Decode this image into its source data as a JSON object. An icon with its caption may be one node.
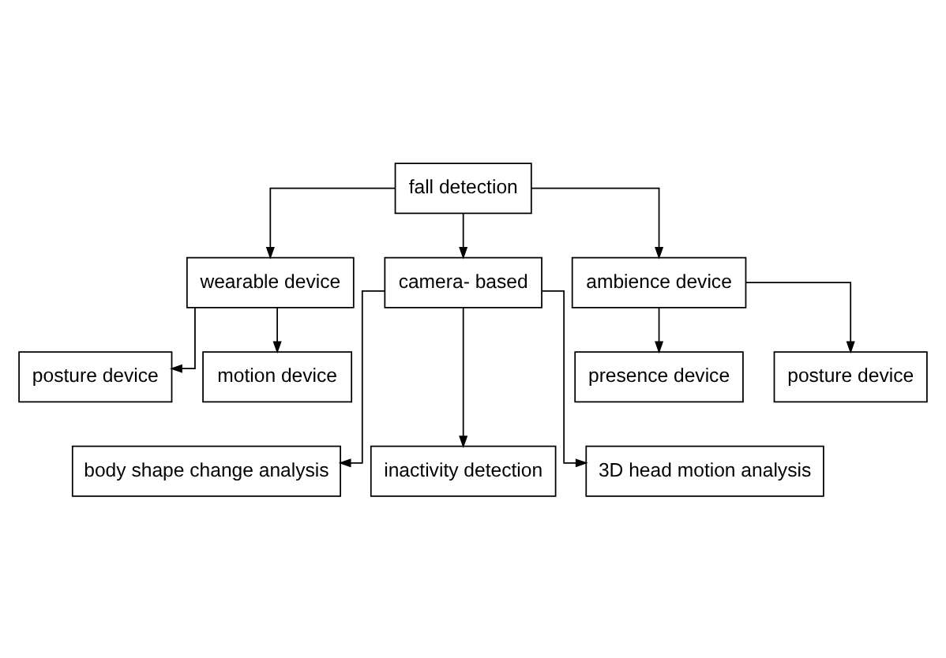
{
  "diagram": {
    "nodes": [
      {
        "text": [
          "fall detection"
        ]
      },
      {
        "text": [
          "wearable device"
        ]
      },
      {
        "text": [
          "camera- based"
        ]
      },
      {
        "text": [
          "ambience device"
        ]
      },
      {
        "text": [
          "posture device"
        ]
      },
      {
        "text": [
          "motion device"
        ]
      },
      {
        "text": [
          "presence device"
        ]
      },
      {
        "text": [
          "posture device"
        ]
      },
      {
        "text": [
          "body shape change analysis"
        ]
      },
      {
        "text": [
          "inactivity detection"
        ]
      },
      {
        "text": [
          "3D head motion analysis"
        ]
      }
    ],
    "edges": [
      {
        "from": 0,
        "to": 1,
        "arrow": "to"
      },
      {
        "from": 0,
        "to": 2,
        "arrow": "to"
      },
      {
        "from": 0,
        "to": 3,
        "arrow": "to"
      },
      {
        "from": 1,
        "to": 4,
        "arrow": "to"
      },
      {
        "from": 1,
        "to": 5,
        "arrow": "to"
      },
      {
        "from": 3,
        "to": 6,
        "arrow": "to"
      },
      {
        "from": 3,
        "to": 7,
        "arrow": "to"
      },
      {
        "from": 2,
        "to": 8,
        "arrow": "to"
      },
      {
        "from": 2,
        "to": 9,
        "arrow": "to"
      },
      {
        "from": 2,
        "to": 10,
        "arrow": "to"
      }
    ]
  }
}
